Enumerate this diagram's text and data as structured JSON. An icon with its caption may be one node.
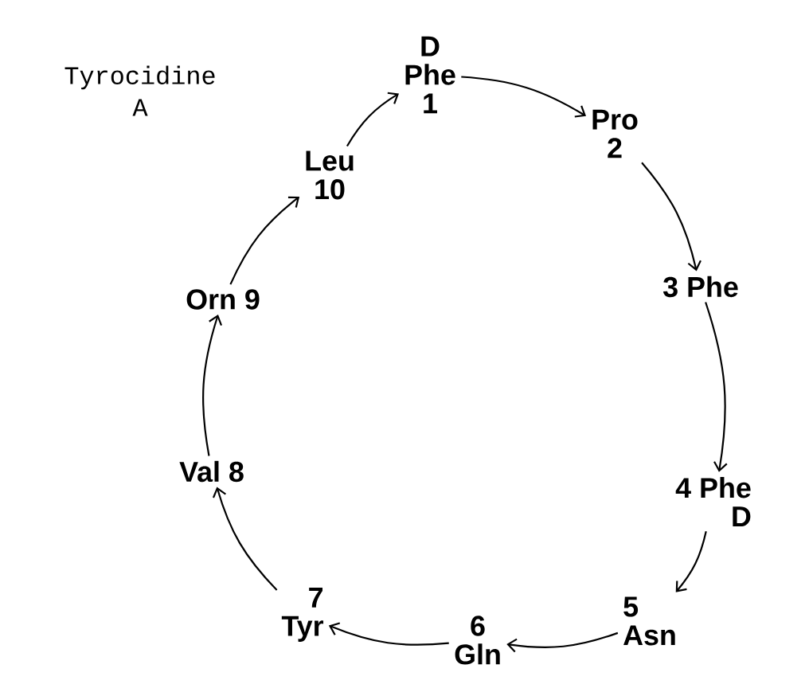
{
  "diagram": {
    "title": "Tyrocidine A",
    "nodes": [
      {
        "text": [
          "D",
          "Phe",
          "1"
        ]
      },
      {
        "text": [
          "Pro",
          "2"
        ]
      },
      {
        "text": [
          "3",
          "Phe"
        ]
      },
      {
        "text": [
          "4",
          "Phe",
          "D"
        ]
      },
      {
        "text": [
          "5",
          "Asn"
        ]
      },
      {
        "text": [
          "6",
          "Gln"
        ]
      },
      {
        "text": [
          "7",
          "Tyr"
        ]
      },
      {
        "text": [
          "Val",
          "8"
        ]
      },
      {
        "text": [
          "Orn",
          "9"
        ]
      },
      {
        "text": [
          "Leu",
          "10"
        ]
      }
    ],
    "edges": [
      {
        "from": 0,
        "to": 1,
        "arrow": "to"
      },
      {
        "from": 1,
        "to": 2,
        "arrow": "to"
      },
      {
        "from": 2,
        "to": 3,
        "arrow": "to"
      },
      {
        "from": 3,
        "to": 4,
        "arrow": "to"
      },
      {
        "from": 4,
        "to": 5,
        "arrow": "to"
      },
      {
        "from": 5,
        "to": 6,
        "arrow": "to"
      },
      {
        "from": 6,
        "to": 7,
        "arrow": "to"
      },
      {
        "from": 7,
        "to": 8,
        "arrow": "to"
      },
      {
        "from": 8,
        "to": 9,
        "arrow": "to"
      },
      {
        "from": 9,
        "to": 0,
        "arrow": "to"
      }
    ]
  }
}
